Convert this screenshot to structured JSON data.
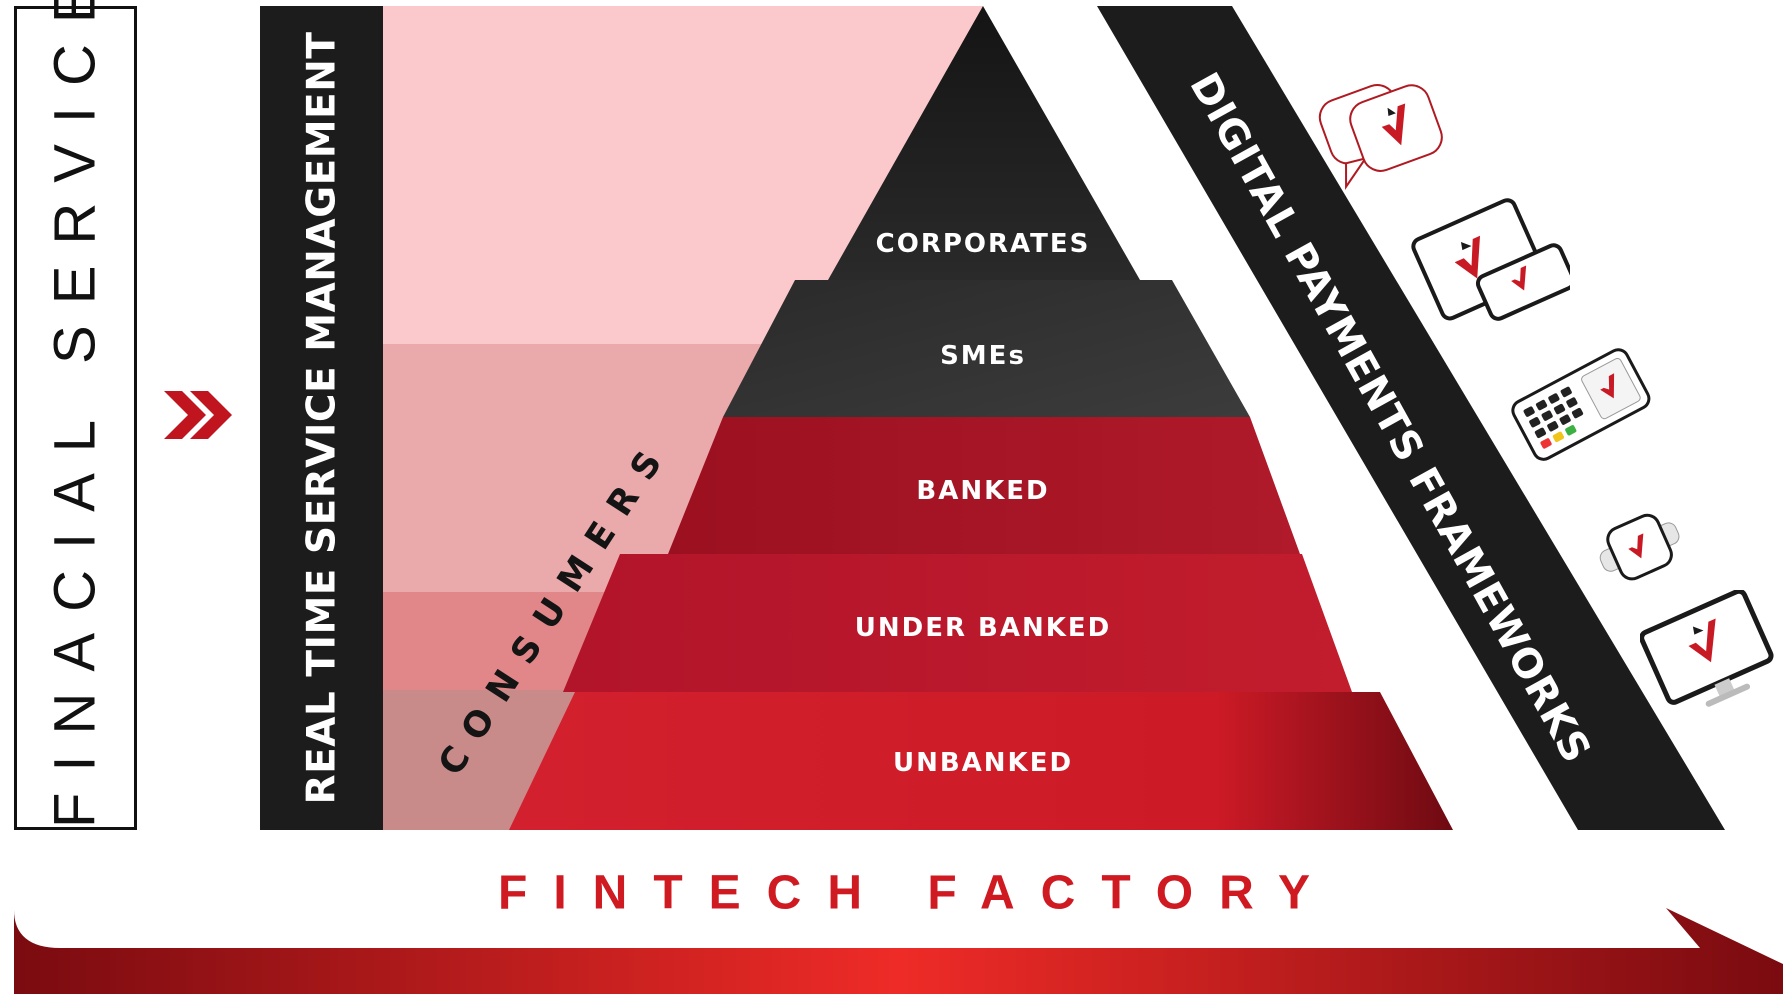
{
  "labels": {
    "left_vertical": "FINACIAL SERVICES",
    "service_bar": "REAL TIME SERVICE MANAGEMENT",
    "consumers": "CONSUMERS",
    "right_band": "DIGITAL PAYMENTS FRAMEWORKS",
    "bottom_title": "FINTECH FACTORY"
  },
  "pyramid": {
    "tiers": [
      {
        "label": "CORPORATES"
      },
      {
        "label": "SMEs"
      },
      {
        "label": "BANKED"
      },
      {
        "label": "UNDER BANKED"
      },
      {
        "label": "UNBANKED"
      }
    ]
  },
  "devices": [
    {
      "icon": "chat-bubble-icon"
    },
    {
      "icon": "tablet-phone-icon"
    },
    {
      "icon": "card-terminal-icon"
    },
    {
      "icon": "smartwatch-icon"
    },
    {
      "icon": "desktop-monitor-icon"
    }
  ],
  "colors": {
    "accent_red": "#d01a22",
    "dark": "#1c1c1c",
    "pink_light": "#fbc9cb"
  }
}
